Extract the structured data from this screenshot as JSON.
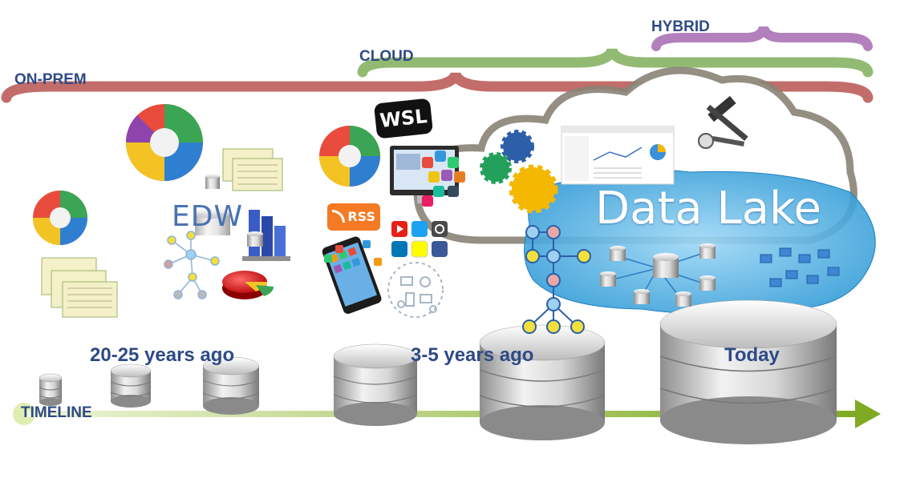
{
  "deployment": {
    "on_prem": "ON-PREM",
    "cloud": "CLOUD",
    "hybrid": "HYBRID"
  },
  "eras": {
    "past": "20-25 years ago",
    "recent": "3-5 years ago",
    "today": "Today"
  },
  "timeline_label": "TIMELINE",
  "logos": {
    "wsl": "WSL",
    "rss": "RSS",
    "edw": "EDW",
    "data_lake": "Data Lake"
  },
  "colors": {
    "label_text": "#2E4A86",
    "on_prem_brace": "#B85450",
    "cloud_brace": "#7FAE5A",
    "hybrid_brace": "#A46AB0",
    "timeline_arrow": "#8DB838",
    "data_lake": "#3FA8E0"
  }
}
